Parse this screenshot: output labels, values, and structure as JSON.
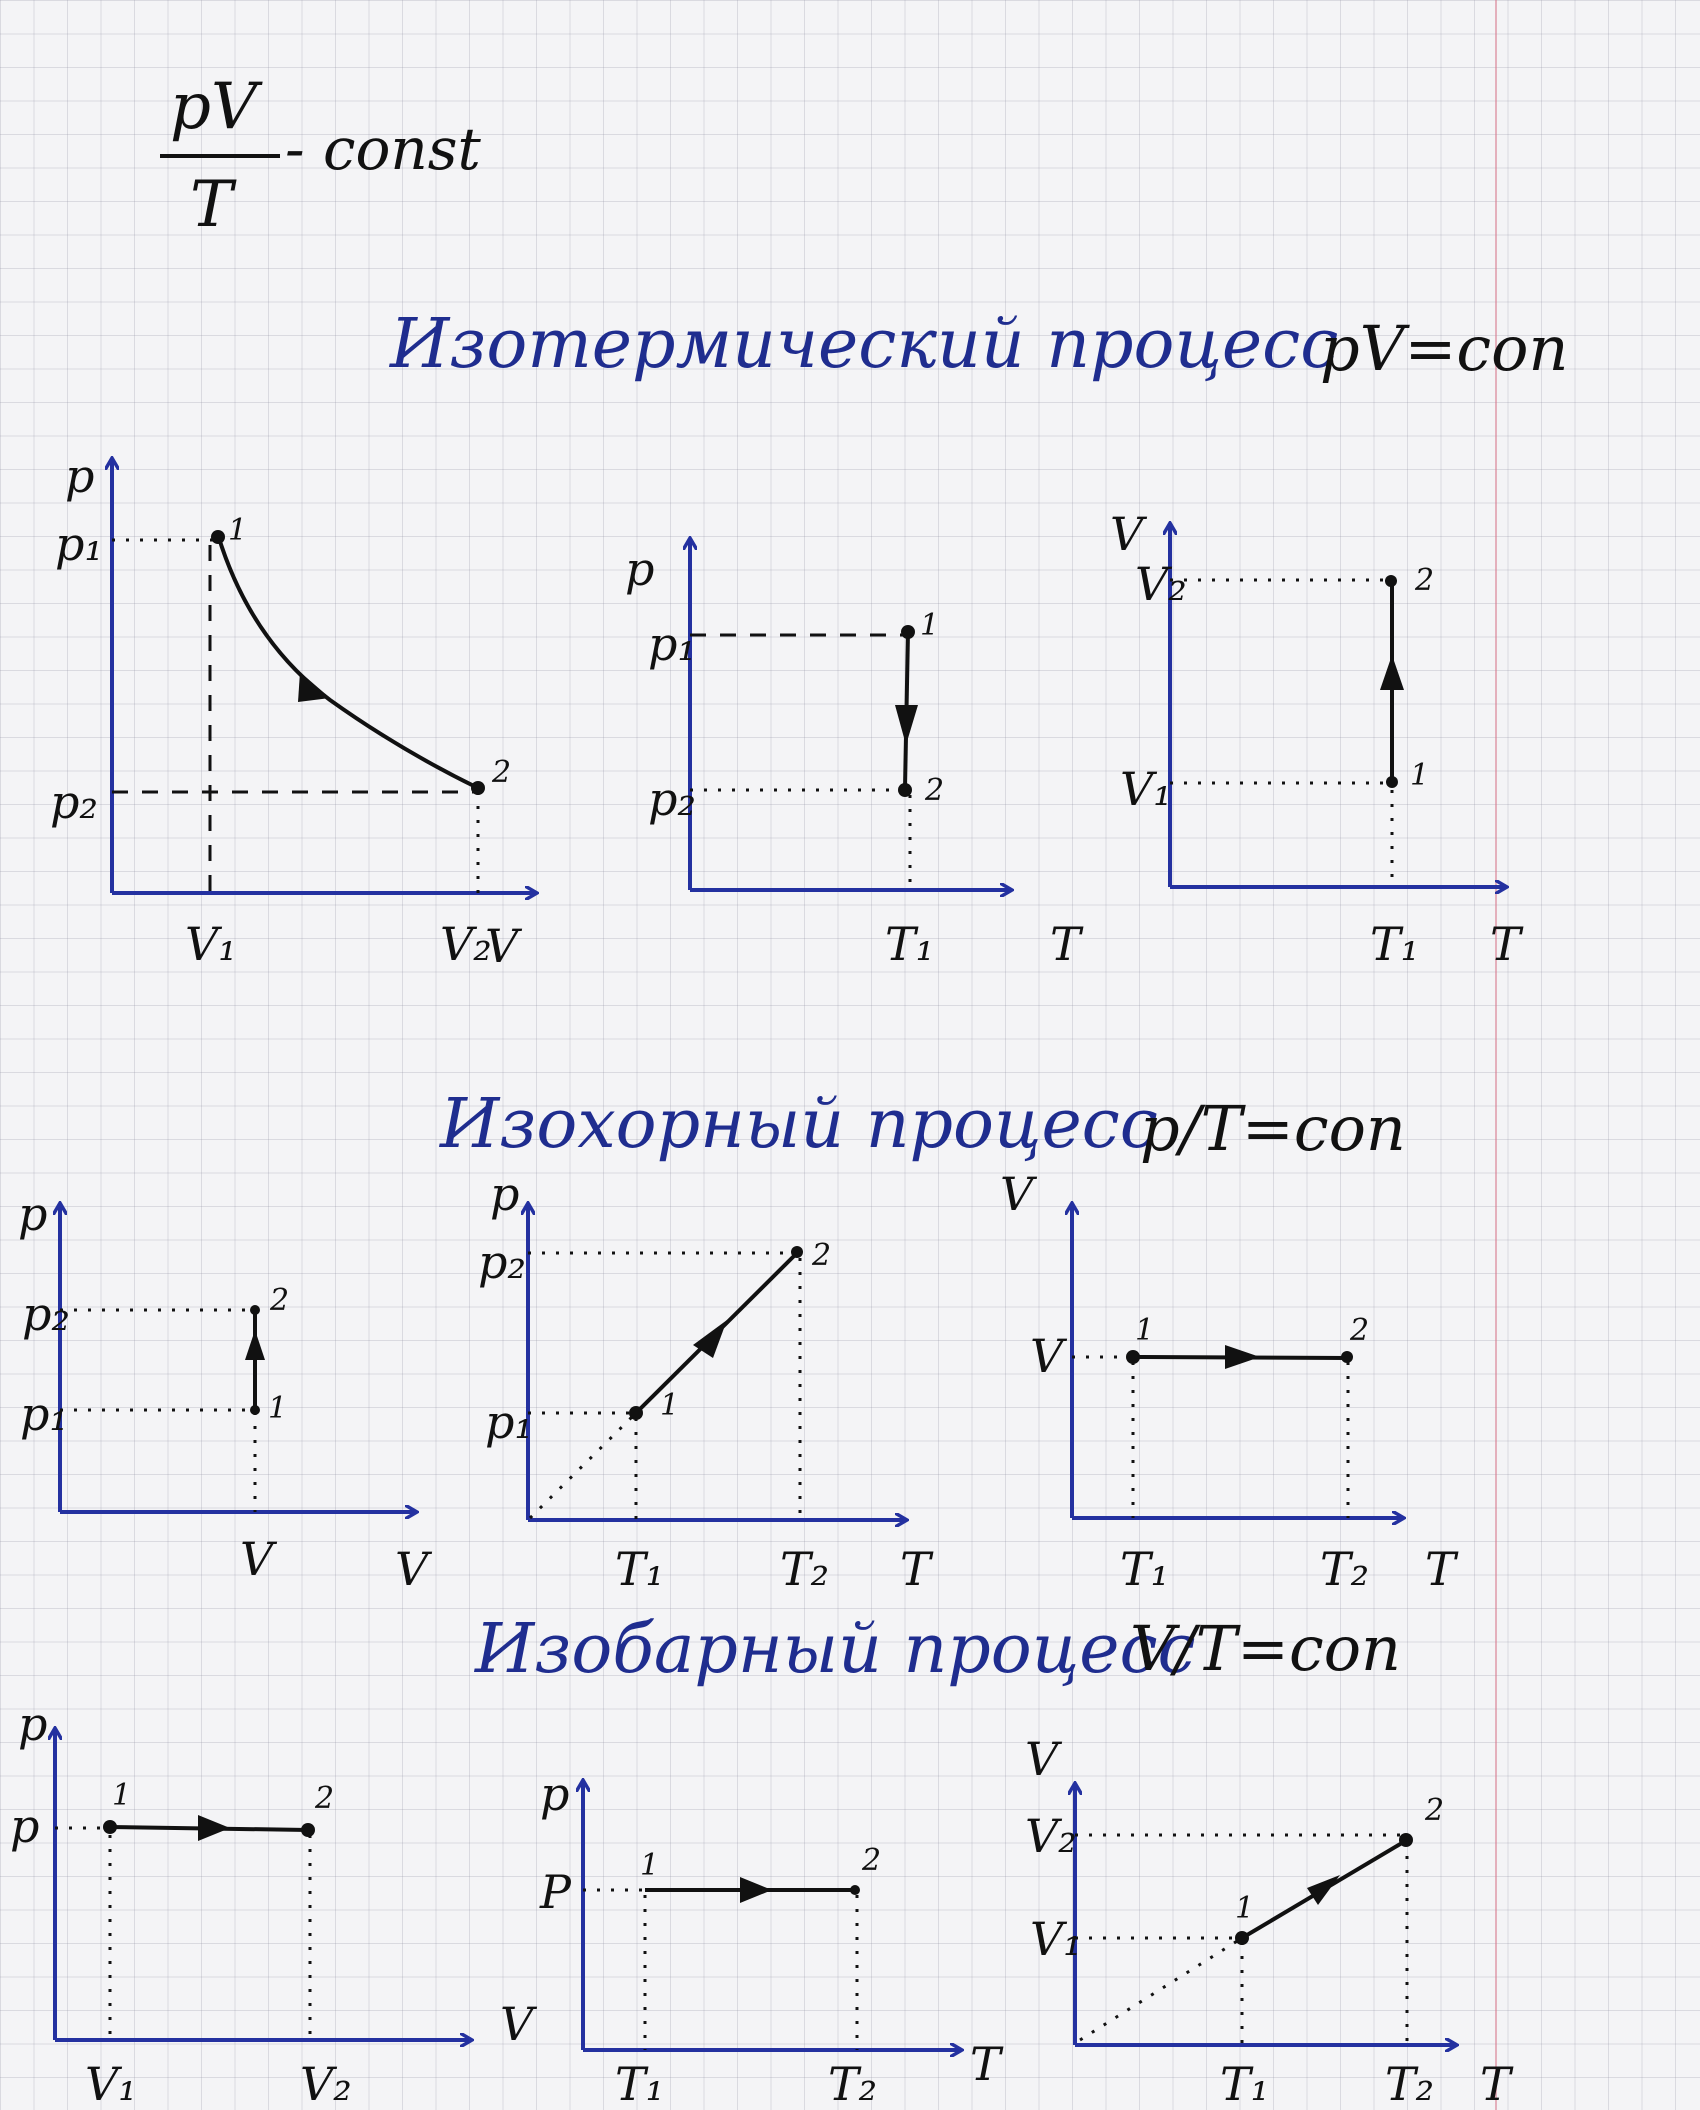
{
  "general_formula": {
    "numerator": "pV",
    "denominator": "T",
    "rest": "- const"
  },
  "sections": [
    {
      "title": "Изотермический процесс",
      "formula": "pV=con"
    },
    {
      "title": "Изохорный процесс",
      "formula": "p/T=con"
    },
    {
      "title": "Изобарный процесс",
      "formula": "V/T=con"
    }
  ],
  "graphs": {
    "isotherm_pV": {
      "y_axis": "p",
      "x_axis": "V",
      "y1": "p₁",
      "y2": "p₂",
      "x1": "V₁",
      "x2": "V₂",
      "pt1": "1",
      "pt2": "2"
    },
    "isotherm_pT": {
      "y_axis": "p",
      "x_axis": "T",
      "y1": "p₁",
      "y2": "p₂",
      "x1": "T₁",
      "pt1": "1",
      "pt2": "2"
    },
    "isotherm_VT": {
      "y_axis": "V",
      "x_axis": "T",
      "y1": "V₁",
      "y2": "V₂",
      "x1": "T₁",
      "pt1": "1",
      "pt2": "2"
    },
    "isochor_pV": {
      "y_axis": "p",
      "x_axis": "V",
      "y1": "p₁",
      "y2": "p₂",
      "x1": "V",
      "pt1": "1",
      "pt2": "2"
    },
    "isochor_pT": {
      "y_axis": "p",
      "x_axis": "T",
      "y1": "p₁",
      "y2": "p₂",
      "x1": "T₁",
      "x2": "T₂",
      "pt1": "1",
      "pt2": "2"
    },
    "isochor_VT": {
      "y_axis": "V",
      "x_axis": "T",
      "y1": "V",
      "x1": "T₁",
      "x2": "T₂",
      "pt1": "1",
      "pt2": "2"
    },
    "isobar_pV": {
      "y_axis": "p",
      "x_axis": "V",
      "y1": "p",
      "x1": "V₁",
      "x2": "V₂",
      "pt1": "1",
      "pt2": "2"
    },
    "isobar_pT": {
      "y_axis": "p",
      "x_axis": "T",
      "y1": "P",
      "x1": "T₁",
      "x2": "T₂",
      "pt1": "1",
      "pt2": "2"
    },
    "isobar_VT": {
      "y_axis": "V",
      "x_axis": "T",
      "y1": "V₁",
      "y2": "V₂",
      "x1": "T₁",
      "x2": "T₂",
      "pt1": "1",
      "pt2": "2"
    }
  },
  "colors": {
    "ink_blue": "#1f2d8f",
    "ink_black": "#111111",
    "axis_blue": "#2431a0"
  }
}
